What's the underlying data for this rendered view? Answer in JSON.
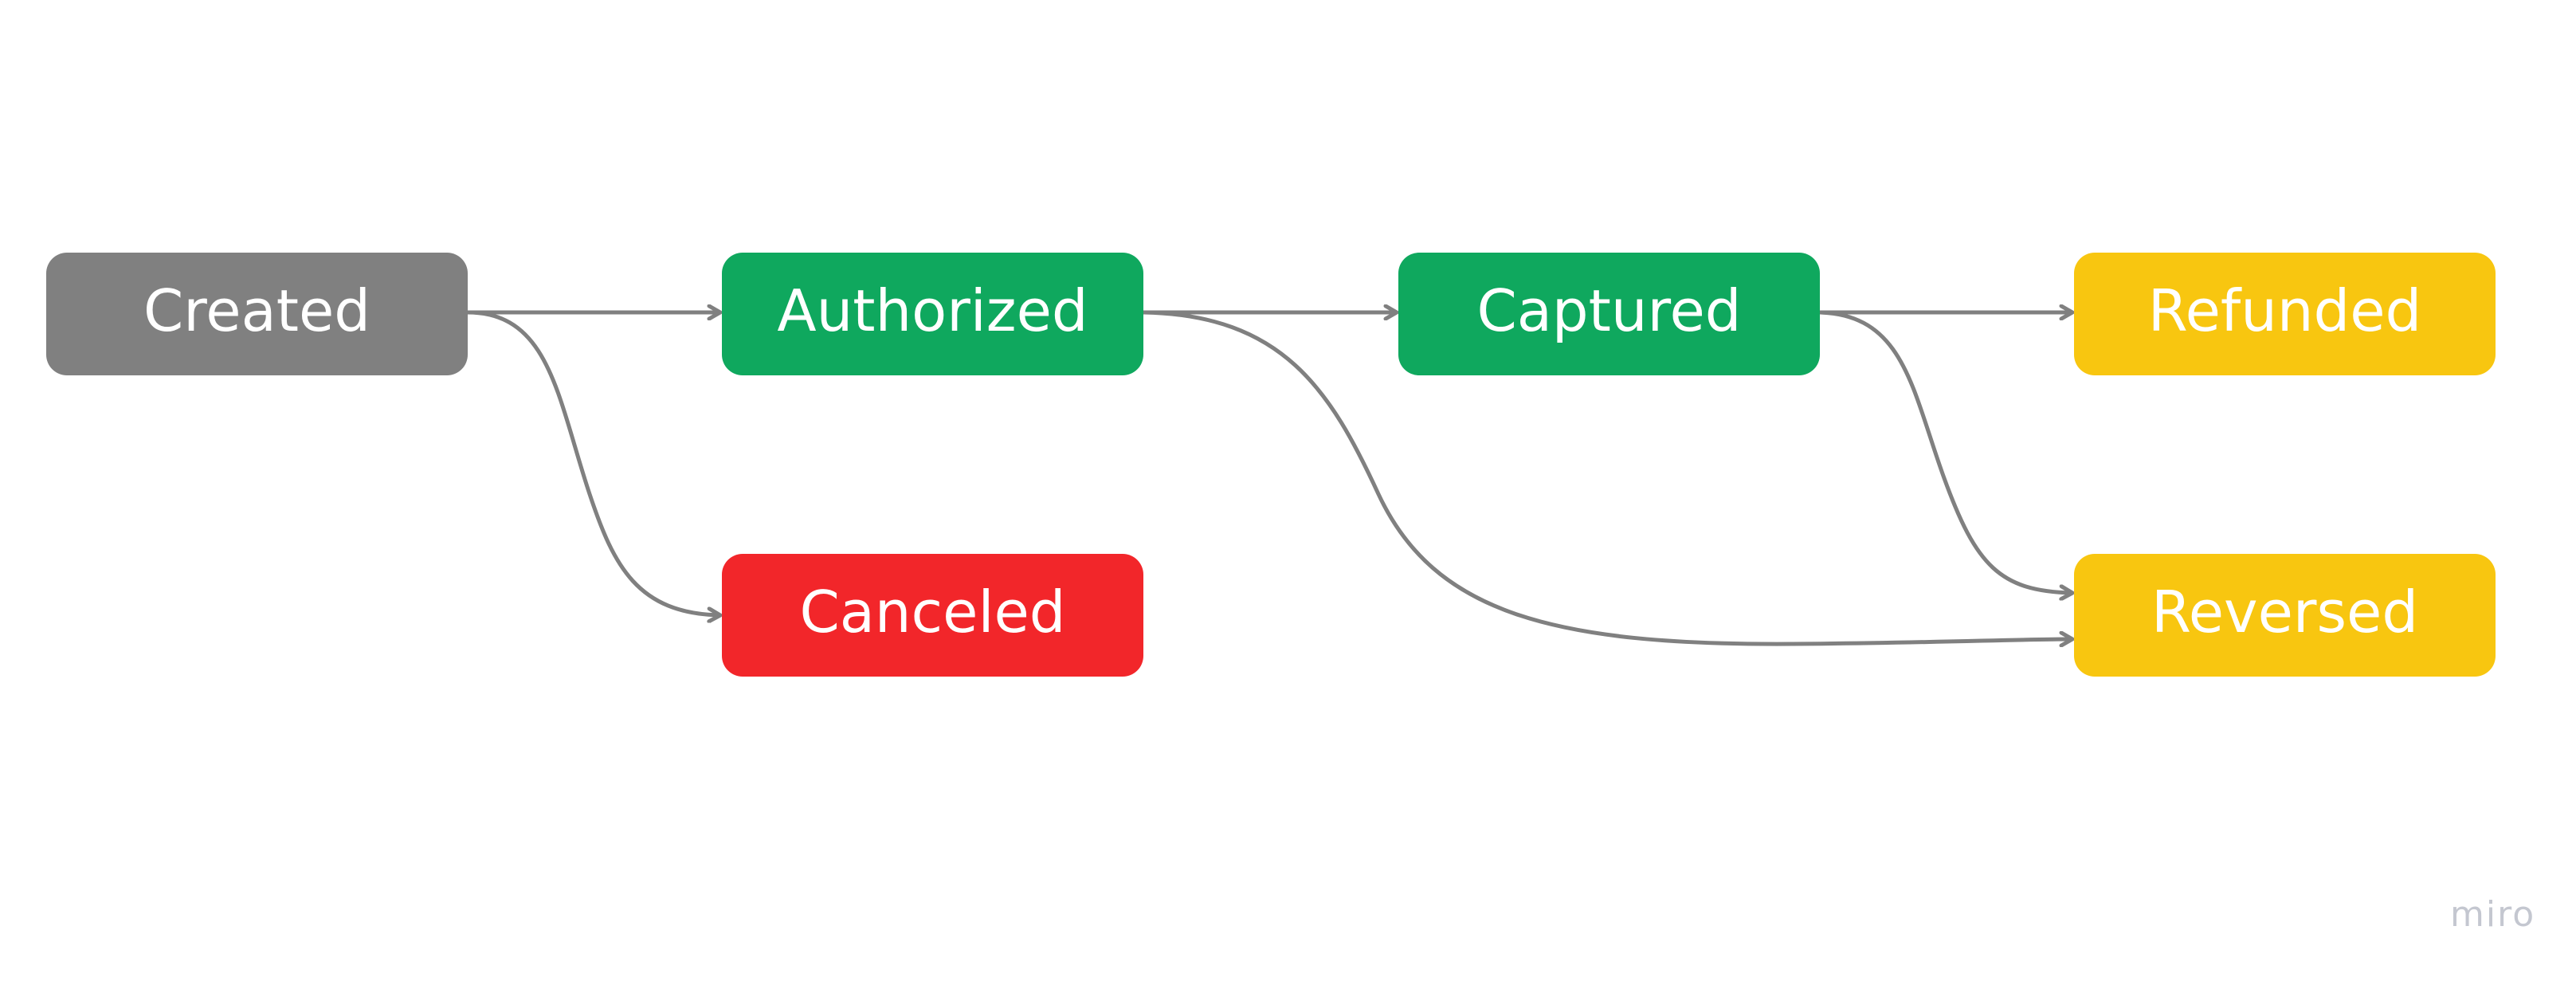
{
  "diagram": {
    "nodes": [
      {
        "id": "created",
        "label": "Created",
        "color": "#808080"
      },
      {
        "id": "authorized",
        "label": "Authorized",
        "color": "#0FA85E"
      },
      {
        "id": "captured",
        "label": "Captured",
        "color": "#0FA85E"
      },
      {
        "id": "refunded",
        "label": "Refunded",
        "color": "#F8C610"
      },
      {
        "id": "canceled",
        "label": "Canceled",
        "color": "#F2262A"
      },
      {
        "id": "reversed",
        "label": "Reversed",
        "color": "#F8C610"
      }
    ],
    "edges": [
      {
        "from": "created",
        "to": "authorized"
      },
      {
        "from": "created",
        "to": "canceled"
      },
      {
        "from": "authorized",
        "to": "captured"
      },
      {
        "from": "authorized",
        "to": "reversed"
      },
      {
        "from": "captured",
        "to": "refunded"
      },
      {
        "from": "captured",
        "to": "reversed"
      }
    ],
    "edge_color": "#808080"
  },
  "watermark": {
    "text": "miro",
    "color": "#C4C7D0"
  }
}
